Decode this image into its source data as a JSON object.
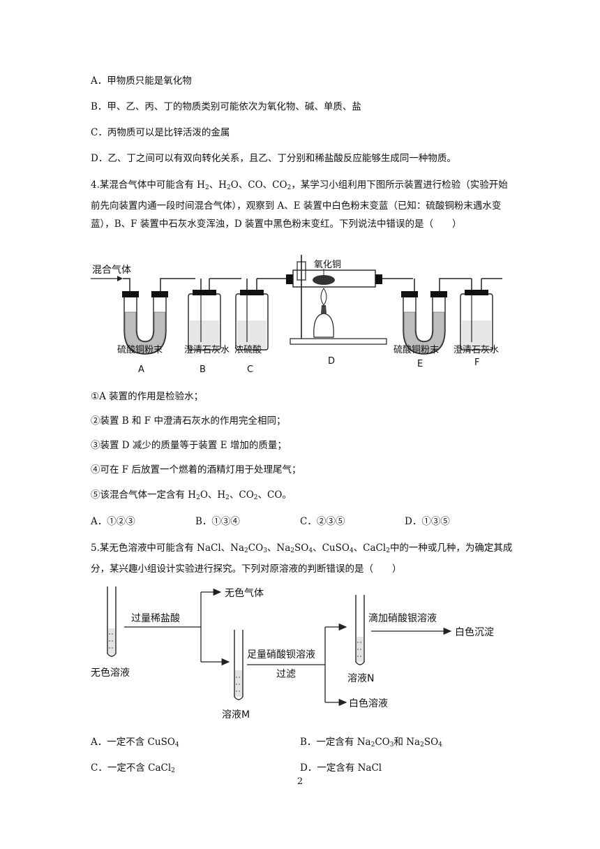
{
  "q3_options": {
    "a": "A．甲物质只能是氧化物",
    "b": "B．甲、乙、丙、丁的物质类别可能依次为氧化物、碱、单质、盐",
    "c": "C．丙物质可以是比锌活泼的金属",
    "d": "D．乙、丁之间可以有双向转化关系，且乙、丁分别和稀盐酸反应能够生成同一种物质。"
  },
  "q4": {
    "stem_1": "4.某混合气体中可能含有 H",
    "h2_sub": "2",
    "sep_1": "、H",
    "h2o_sub": "2",
    "stem_2": "O、CO、CO",
    "co2_sub": "2",
    "stem_3": "，某学习小组利用下图所示装置进行检验（实验开始前先向装置内通一段时间混合气体），观察到 A、E 装置中白色粉末变蓝（已知：硫酸铜粉末遇水变蓝），B、F 装置中石灰水变浑浊，D 装置中黑色粉末变红。下列说法中错误的是（　　）",
    "diagram": {
      "inlet": "混合气体",
      "cuo": "氧化铜",
      "a_label": "硫酸铜粉末",
      "b_label": "澄清石灰水",
      "c_label": "浓硫酸",
      "e_label": "硫酸铜粉末",
      "f_label": "澄清石灰水",
      "a": "A",
      "b": "B",
      "c": "C",
      "d": "D",
      "e": "E",
      "f": "F"
    },
    "s1": "①A 装置的作用是检验水；",
    "s2": "②装置 B 和 F 中澄清石灰水的作用完全相同；",
    "s3": "③装置 D 减少的质量等于装置 E 增加的质量；",
    "s4": "④可在 F 后放置一个燃着的酒精灯用于处理尾气；",
    "s5_pre": "⑤该混合气体一定含有 H",
    "s5_sub1": "2",
    "s5_mid1": "O、H",
    "s5_sub2": "2",
    "s5_mid2": "、CO",
    "s5_sub3": "2",
    "s5_end": "、CO。",
    "opt_a": "A．①②③",
    "opt_b": "B．①③④",
    "opt_c": "C．②③⑤",
    "opt_d": "D．①③⑤"
  },
  "q5": {
    "stem_1": "5.某无色溶液中可能含有 NaCl、Na",
    "sub_1": "2",
    "stem_2": "CO",
    "sub_2": "3",
    "stem_3": "、Na",
    "sub_3": "2",
    "stem_4": "SO",
    "sub_4": "4",
    "stem_5": "、CuSO",
    "sub_5": "4",
    "stem_6": "、CaCl",
    "sub_6": "2",
    "stem_7": "中的一种或几种，为确定其成分，某兴趣小组设计实验进行探究。下列对原溶液的判断错误的是（　　）",
    "flow": {
      "start": "无色溶液",
      "step1": "过量稀盐酸",
      "gas": "无色气体",
      "m": "溶液M",
      "step2": "足量硝酸钡溶液",
      "filter": "过滤",
      "n": "溶液N",
      "step3": "滴加硝酸银溶液",
      "ppt": "白色沉淀",
      "white": "白色溶液"
    },
    "opt_a_pre": "A．一定不含 CuSO",
    "opt_a_sub": "4",
    "opt_b_pre": "B．一定含有 Na",
    "opt_b_s1": "2",
    "opt_b_m1": "CO",
    "opt_b_s2": "3",
    "opt_b_m2": "和 Na",
    "opt_b_s3": "2",
    "opt_b_m3": "SO",
    "opt_b_s4": "4",
    "opt_c_pre": "C．一定不含 CaCl",
    "opt_c_sub": "2",
    "opt_d": "D．一定含有 NaCl"
  },
  "page_number": "2"
}
